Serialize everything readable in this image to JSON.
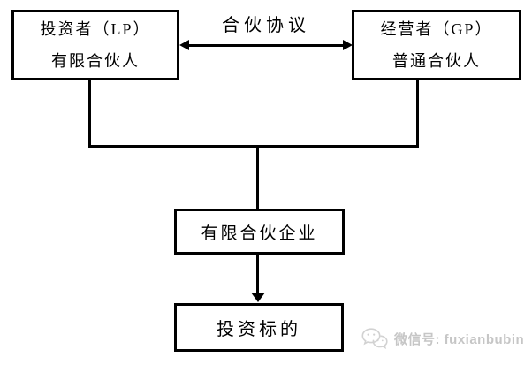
{
  "labels": {
    "agreement": "合伙协议"
  },
  "boxes": {
    "lp": {
      "line1": "投资者（LP）",
      "line2": "有限合伙人"
    },
    "gp": {
      "line1": "经营者（GP）",
      "line2": "普通合伙人"
    },
    "partnership": {
      "label": "有限合伙企业"
    },
    "target": {
      "label": "投资标的"
    }
  },
  "watermark": {
    "text": "微信号: fuxianbubin",
    "icon": "wechat-icon",
    "color": "#c6c6c6"
  },
  "colors": {
    "line": "#000000",
    "background": "#ffffff"
  }
}
